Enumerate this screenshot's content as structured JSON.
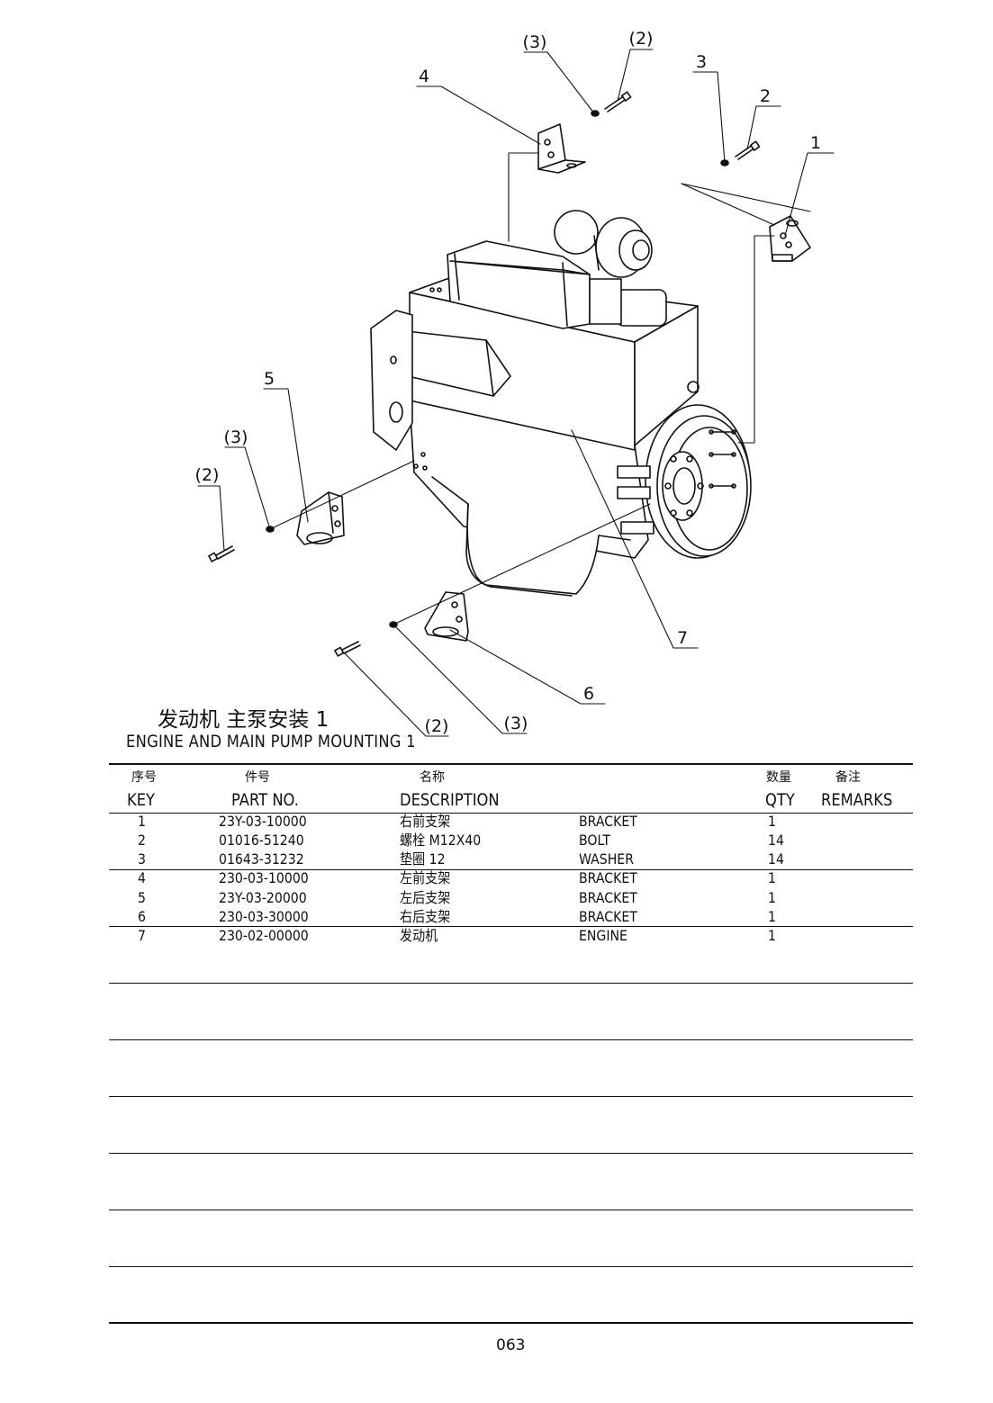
{
  "callouts": {
    "c_top_3": "(3)",
    "c_top_2": "(2)",
    "c_r_3": "3",
    "c_r_2": "2",
    "c_r_1": "1",
    "c_4": "4",
    "c_5": "5",
    "c_l_3": "(3)",
    "c_l_2": "(2)",
    "c_7": "7",
    "c_6": "6",
    "c_b_2": "(2)",
    "c_b_3": "(3)"
  },
  "title": {
    "cn": "发动机 主泵安装 1",
    "en": "ENGINE AND MAIN PUMP MOUNTING 1"
  },
  "table": {
    "headers": {
      "key_cn": "序号",
      "key_en": "KEY",
      "part_cn": "件号",
      "part_en": "PART NO.",
      "desc_cn": "名称",
      "desc_en": "DESCRIPTION",
      "qty_cn": "数量",
      "qty_en": "QTY",
      "rem_cn": "备注",
      "rem_en": "REMARKS"
    },
    "rows": [
      {
        "key": "1",
        "part": "23Y-03-10000",
        "cn": "右前支架",
        "en": "BRACKET",
        "qty": "1"
      },
      {
        "key": "2",
        "part": "01016-51240",
        "cn": "螺栓 M12X40",
        "en": "BOLT",
        "qty": "14"
      },
      {
        "key": "3",
        "part": "01643-31232",
        "cn": "垫圈 12",
        "en": "WASHER",
        "qty": "14"
      },
      {
        "key": "4",
        "part": "230-03-10000",
        "cn": "左前支架",
        "en": "BRACKET",
        "qty": "1"
      },
      {
        "key": "5",
        "part": "23Y-03-20000",
        "cn": "左后支架",
        "en": "BRACKET",
        "qty": "1"
      },
      {
        "key": "6",
        "part": "230-03-30000",
        "cn": "右后支架",
        "en": "BRACKET",
        "qty": "1"
      },
      {
        "key": "7",
        "part": "230-02-00000",
        "cn": "发动机",
        "en": "ENGINE",
        "qty": "1"
      }
    ]
  },
  "page_number": "063"
}
